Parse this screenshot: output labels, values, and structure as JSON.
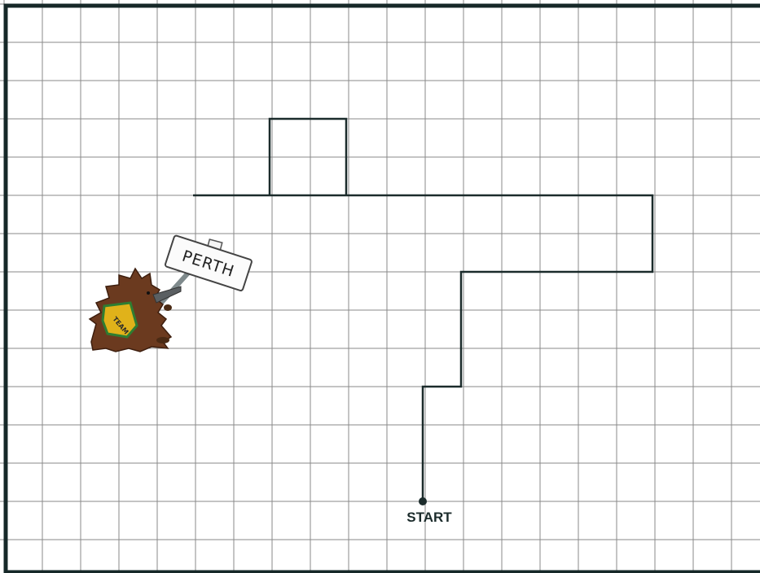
{
  "grid": {
    "columns": 20,
    "rows": 15,
    "line_color": "#8a8a8a",
    "frame_color": "#162828"
  },
  "route": {
    "start_label": "START",
    "destination_label": "PERTH",
    "color": "#1b2b2b",
    "points": [
      [
        11,
        2
      ],
      [
        11,
        5
      ],
      [
        12,
        5
      ],
      [
        12,
        8
      ],
      [
        17,
        8
      ],
      [
        17,
        10
      ],
      [
        7,
        10
      ],
      [
        7,
        12
      ],
      [
        9,
        12
      ],
      [
        9,
        10
      ],
      [
        5,
        10
      ]
    ]
  },
  "mascot": {
    "description_icon": "echidna-holding-sign-icon",
    "vest_text": "TEAM",
    "vest_color": "#e0b21a",
    "vest_trim_color": "#2e7d32"
  }
}
